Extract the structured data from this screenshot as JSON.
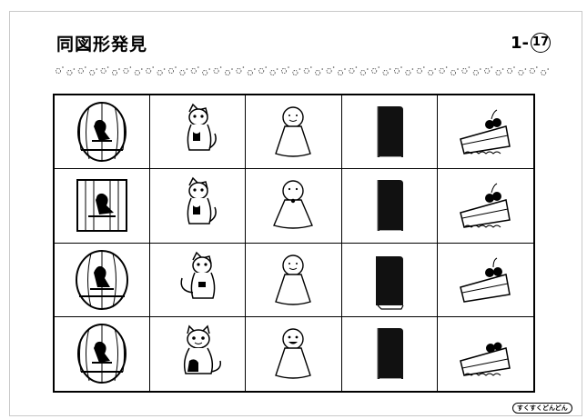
{
  "header": {
    "title": "同図形発見",
    "page_prefix": "1-",
    "page_circled": "17"
  },
  "footer": {
    "badge": "すくすくどんどん"
  },
  "grid": {
    "columns": [
      "birdcage",
      "cat",
      "teru-teru-bozu",
      "book",
      "cake"
    ],
    "rows": [
      {
        "birdcage": "round-cage-a",
        "cat": "cat-sitting-a",
        "teru": "teru-plain",
        "book": "book-a",
        "cake": "cake-a"
      },
      {
        "birdcage": "square-cage",
        "cat": "cat-sitting-a",
        "teru": "teru-dot",
        "book": "book-a",
        "cake": "cake-a"
      },
      {
        "birdcage": "oval-cage",
        "cat": "cat-sitting-b",
        "teru": "teru-plain",
        "book": "book-b",
        "cake": "cake-b"
      },
      {
        "birdcage": "round-cage-a",
        "cat": "cat-front",
        "teru": "teru-smile",
        "book": "book-a",
        "cake": "cake-c"
      }
    ]
  }
}
